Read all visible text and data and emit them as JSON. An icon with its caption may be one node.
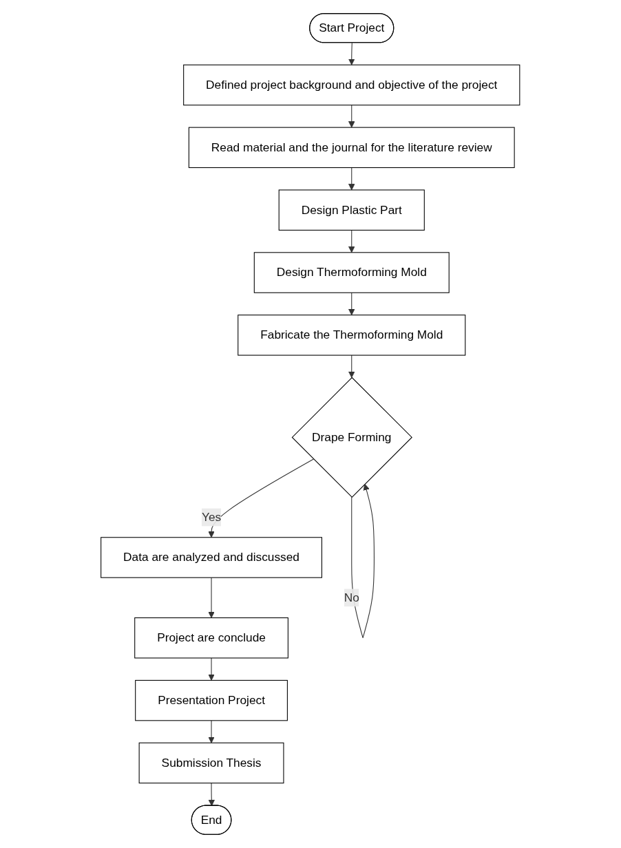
{
  "diagram": {
    "nodes": [
      {
        "text": [
          "Start Project"
        ]
      },
      {
        "text": [
          "Defined project background and objective of the project"
        ]
      },
      {
        "text": [
          "Read material and the journal for the literature review"
        ]
      },
      {
        "text": [
          "Design Plastic Part"
        ]
      },
      {
        "text": [
          "Design Thermoforming Mold"
        ]
      },
      {
        "text": [
          "Fabricate the Thermoforming Mold"
        ]
      },
      {
        "text": [
          "Drape Forming"
        ]
      },
      {
        "text": [
          "Data are analyzed and discussed"
        ]
      },
      {
        "text": [
          "Project are conclude"
        ]
      },
      {
        "text": [
          "Presentation Project"
        ]
      },
      {
        "text": [
          "Submission Thesis"
        ]
      },
      {
        "text": [
          "End"
        ]
      }
    ],
    "edges": [
      {
        "from": 0,
        "to": 1,
        "arrow": "to"
      },
      {
        "from": 1,
        "to": 2,
        "arrow": "to"
      },
      {
        "from": 2,
        "to": 3,
        "arrow": "to"
      },
      {
        "from": 3,
        "to": 4,
        "arrow": "to"
      },
      {
        "from": 4,
        "to": 5,
        "arrow": "to"
      },
      {
        "from": 5,
        "to": 6,
        "arrow": "to"
      },
      {
        "from": 6,
        "to": 6,
        "arrow": "to",
        "label": "No"
      },
      {
        "from": 6,
        "to": 7,
        "arrow": "to",
        "label": "Yes"
      },
      {
        "from": 7,
        "to": 8,
        "arrow": "to"
      },
      {
        "from": 8,
        "to": 9,
        "arrow": "to"
      },
      {
        "from": 9,
        "to": 10,
        "arrow": "to"
      },
      {
        "from": 10,
        "to": 11,
        "arrow": "to"
      }
    ]
  }
}
